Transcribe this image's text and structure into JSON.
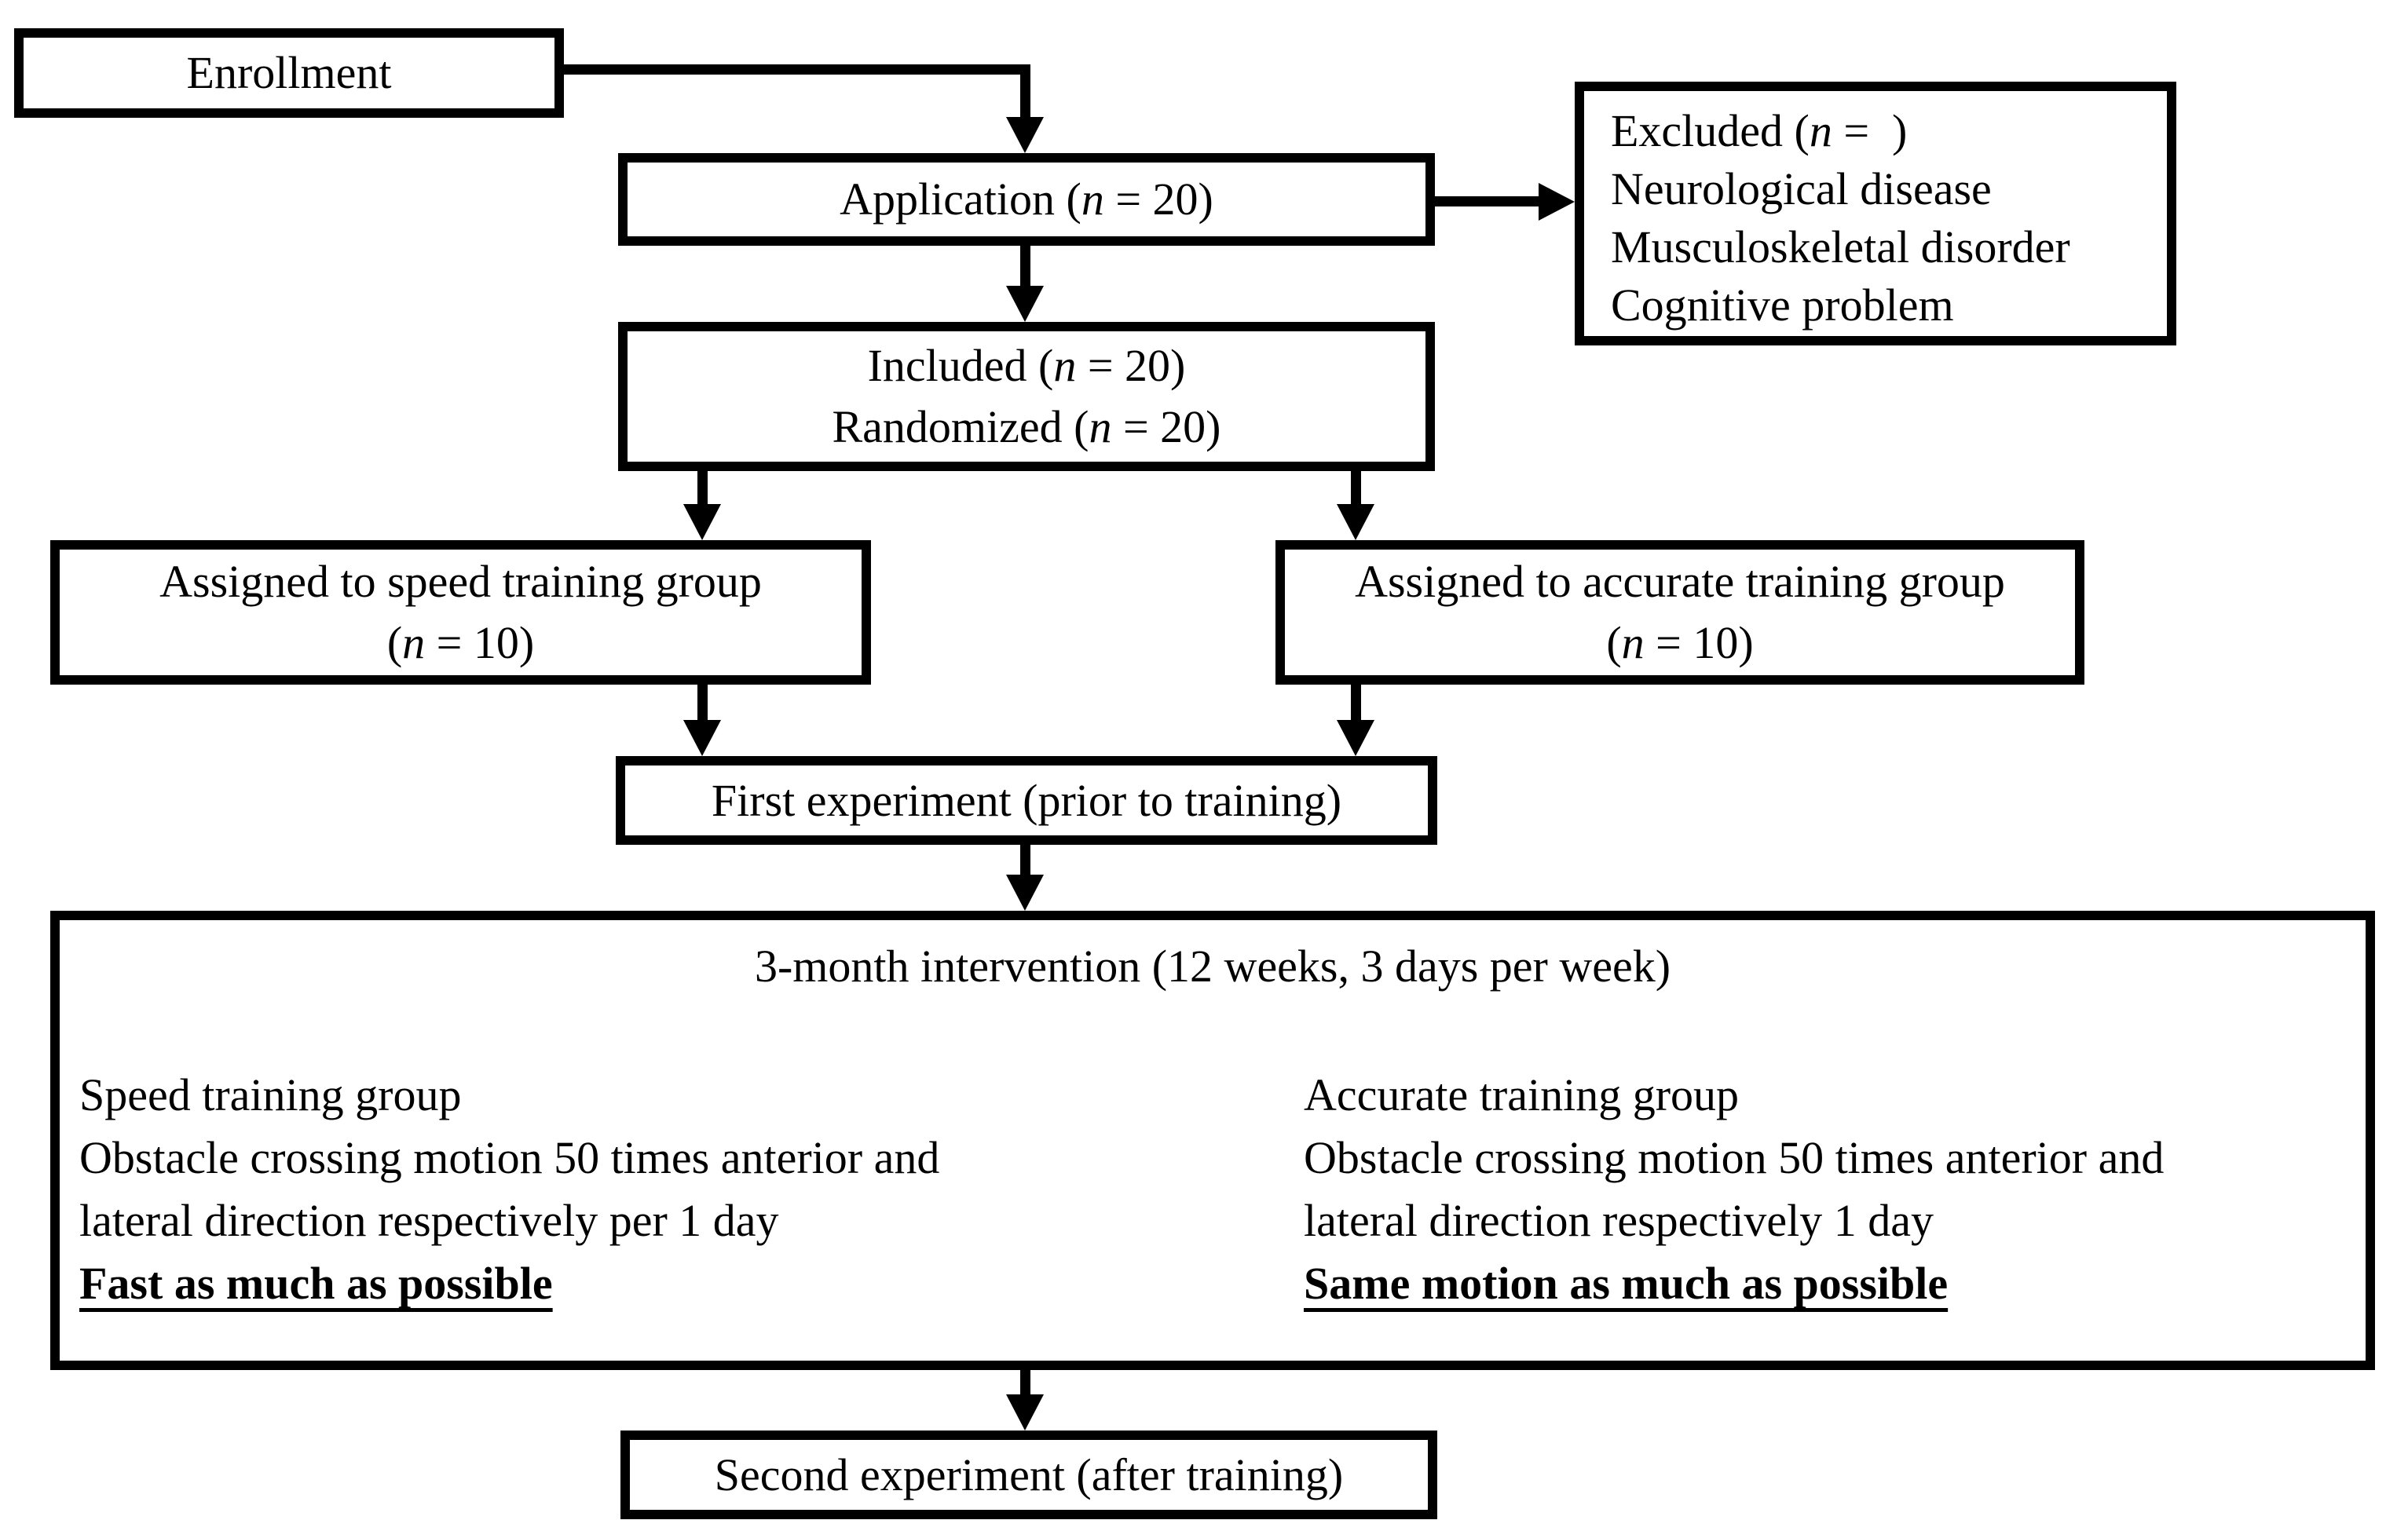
{
  "canvas": {
    "background": "#ffffff",
    "line_color": "#000000",
    "text_color": "#000000"
  },
  "boxes": {
    "enrollment": {
      "label": "Enrollment"
    },
    "application": {
      "pre": "Application (",
      "n": "n",
      "post": " = 20)"
    },
    "excluded": {
      "line1_pre": "Excluded (",
      "line1_n": "n",
      "line1_post": " =  )",
      "line2": "Neurological disease",
      "line3": "Musculoskeletal disorder",
      "line4": "Cognitive problem"
    },
    "included": {
      "line1_pre": "Included (",
      "line1_n": "n",
      "line1_post": " = 20)",
      "line2_pre": "Randomized (",
      "line2_n": "n",
      "line2_post": " = 20)"
    },
    "speed_group": {
      "line1": "Assigned to speed training group",
      "line2_pre": "(",
      "line2_n": "n",
      "line2_post": " = 10)"
    },
    "accurate_group": {
      "line1": "Assigned to accurate training group",
      "line2_pre": "(",
      "line2_n": "n",
      "line2_post": " = 10)"
    },
    "first_experiment": {
      "label": "First experiment (prior to training)"
    },
    "intervention": {
      "header": "3-month intervention (12 weeks, 3 days per week)",
      "speed_column": {
        "title": "Speed training group",
        "body_line1": "Obstacle crossing motion 50 times anterior and",
        "body_line2": "lateral direction respectively per 1 day",
        "emphasis": "Fast as much as possible"
      },
      "accurate_column": {
        "title": "Accurate training group",
        "body_line1": "Obstacle crossing motion 50 times anterior and",
        "body_line2": "lateral direction respectively 1 day",
        "emphasis": "Same motion as much as possible"
      }
    },
    "second_experiment": {
      "label": "Second experiment (after training)"
    }
  }
}
